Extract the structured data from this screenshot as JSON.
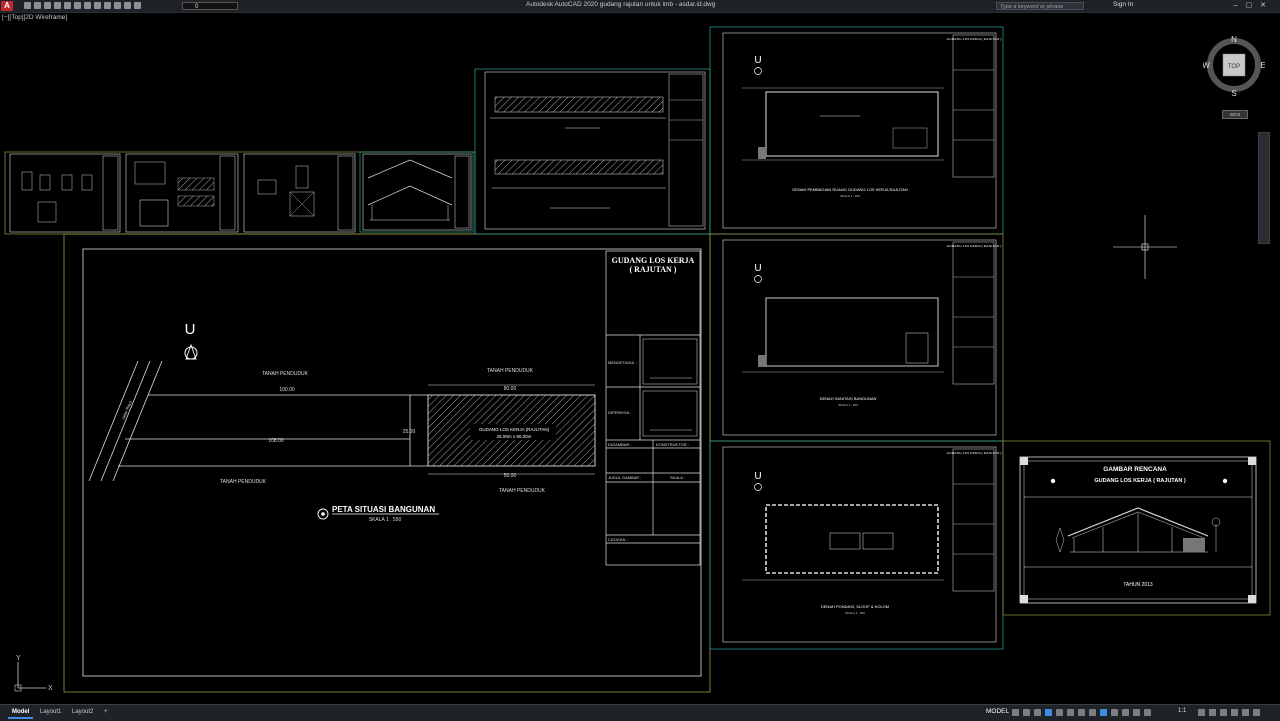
{
  "app": {
    "logo_letter": "A",
    "title": "Autodesk AutoCAD 2020   gudang rajutan untuk imb - asdar.id.dwg",
    "search_placeholder": "Type a keyword or phrase",
    "sign_in": "Sign In",
    "layer_value": "0"
  },
  "viewport": {
    "label": "[−][Top][2D Wireframe]"
  },
  "viewcube": {
    "north": "N",
    "south": "S",
    "east": "E",
    "west": "W",
    "face": "TOP",
    "wcs": "WCS"
  },
  "ucs": {
    "x": "X",
    "y": "Y"
  },
  "drawing": {
    "main_sheet": {
      "north_letter": "U",
      "tanah_top_left": "TANAH PENDUDUK",
      "tanah_top_right": "TANAH PENDUDUK",
      "tanah_bottom_left": "TANAH PENDUDUK",
      "tanah_bottom_right": "TANAH PENDUDUK",
      "dim_100": "100.00",
      "dim_108": "108.00",
      "dim_80": "80.00",
      "dim_50": "50.00",
      "dim_25": "25.00",
      "building_label_1": "GUDANG LOS KERJA (RAJUTAN)",
      "building_label_2": "25.00m x 80.00m",
      "street_label": "Jalan Raya",
      "plan_title": "PETA SITUASI BANGUNAN",
      "plan_scale": "SKALA   1 : 550",
      "tb_title_1": "GUDANG LOS KERJA",
      "tb_title_2": "( RAJUTAN )",
      "tb_mengetahui": "MENGETAHUI :",
      "tb_diperiksa": "DIPERIKSA :",
      "tb_digambar": "DIGAMBAR :",
      "tb_konstruktor": "KONSTRUKTOR :",
      "tb_judul": "JUDUL GAMBAR :",
      "tb_skala": "SKALA :",
      "tb_catatan": "CATATAN :"
    },
    "sheet_a": {
      "title": "DENAH PEMBAGIAN RUANG GUDANG LOS KERJA RAJUTAN",
      "scale": "SKALA 1 : 200"
    },
    "sheet_b": {
      "title": "DENAH SANITASI BANGUNAN",
      "scale": "SKALA 1 : 200"
    },
    "sheet_c": {
      "title": "DENAH PONDASI, SLOOF & KOLOM",
      "scale": "SKALA 1 : 200"
    },
    "small_tb_title": "GUDANG LOS KERJA ( RAJUTAN )",
    "cover": {
      "title": "GAMBAR RENCANA",
      "subtitle": "GUDANG LOS KERJA ( RAJUTAN )",
      "year": "TAHUN 2013"
    }
  },
  "statusbar": {
    "tab_model": "Model",
    "tab_layout1": "Layout1",
    "tab_layout2": "Layout2",
    "tab_add": "+",
    "model_button": "MODEL",
    "scale": "1:1"
  }
}
